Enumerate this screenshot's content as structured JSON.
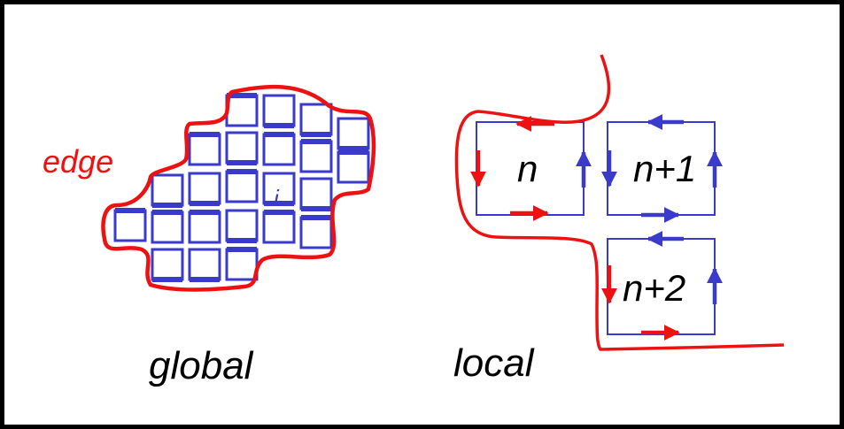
{
  "labels": {
    "edge": "edge",
    "site_index": "i",
    "global": "global",
    "local": "local",
    "cell_n": "n",
    "cell_n1": "n+1",
    "cell_n2": "n+2"
  },
  "colors": {
    "border": "#000000",
    "lattice": "#3a3acb",
    "edge_curve": "#ee1111",
    "text": "#000000"
  }
}
